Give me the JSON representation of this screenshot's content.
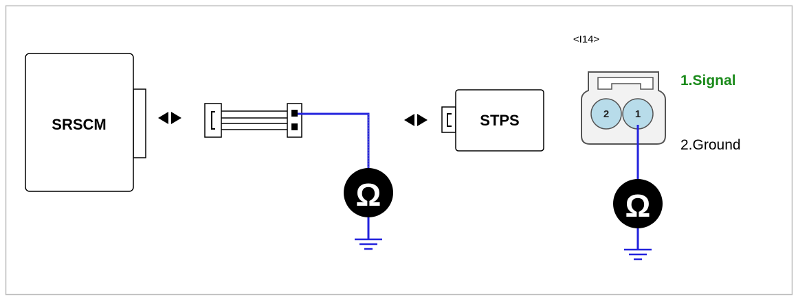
{
  "modules": {
    "left_label": "SRSCM",
    "right_label": "STPS"
  },
  "connector": {
    "id": "<I14>",
    "pins": [
      {
        "number": "2",
        "label": "2.Ground",
        "color": "#000000"
      },
      {
        "number": "1",
        "label": "1.Signal",
        "color": "#1a8a1a"
      }
    ]
  },
  "meter": {
    "symbol": "Ω",
    "symbol_icon": "ohmmeter-icon"
  },
  "colors": {
    "wire": "#2222dd",
    "pin_fill": "#b8dcea",
    "connector_fill": "#f2f2f2",
    "signal_label": "#1a8a1a"
  }
}
